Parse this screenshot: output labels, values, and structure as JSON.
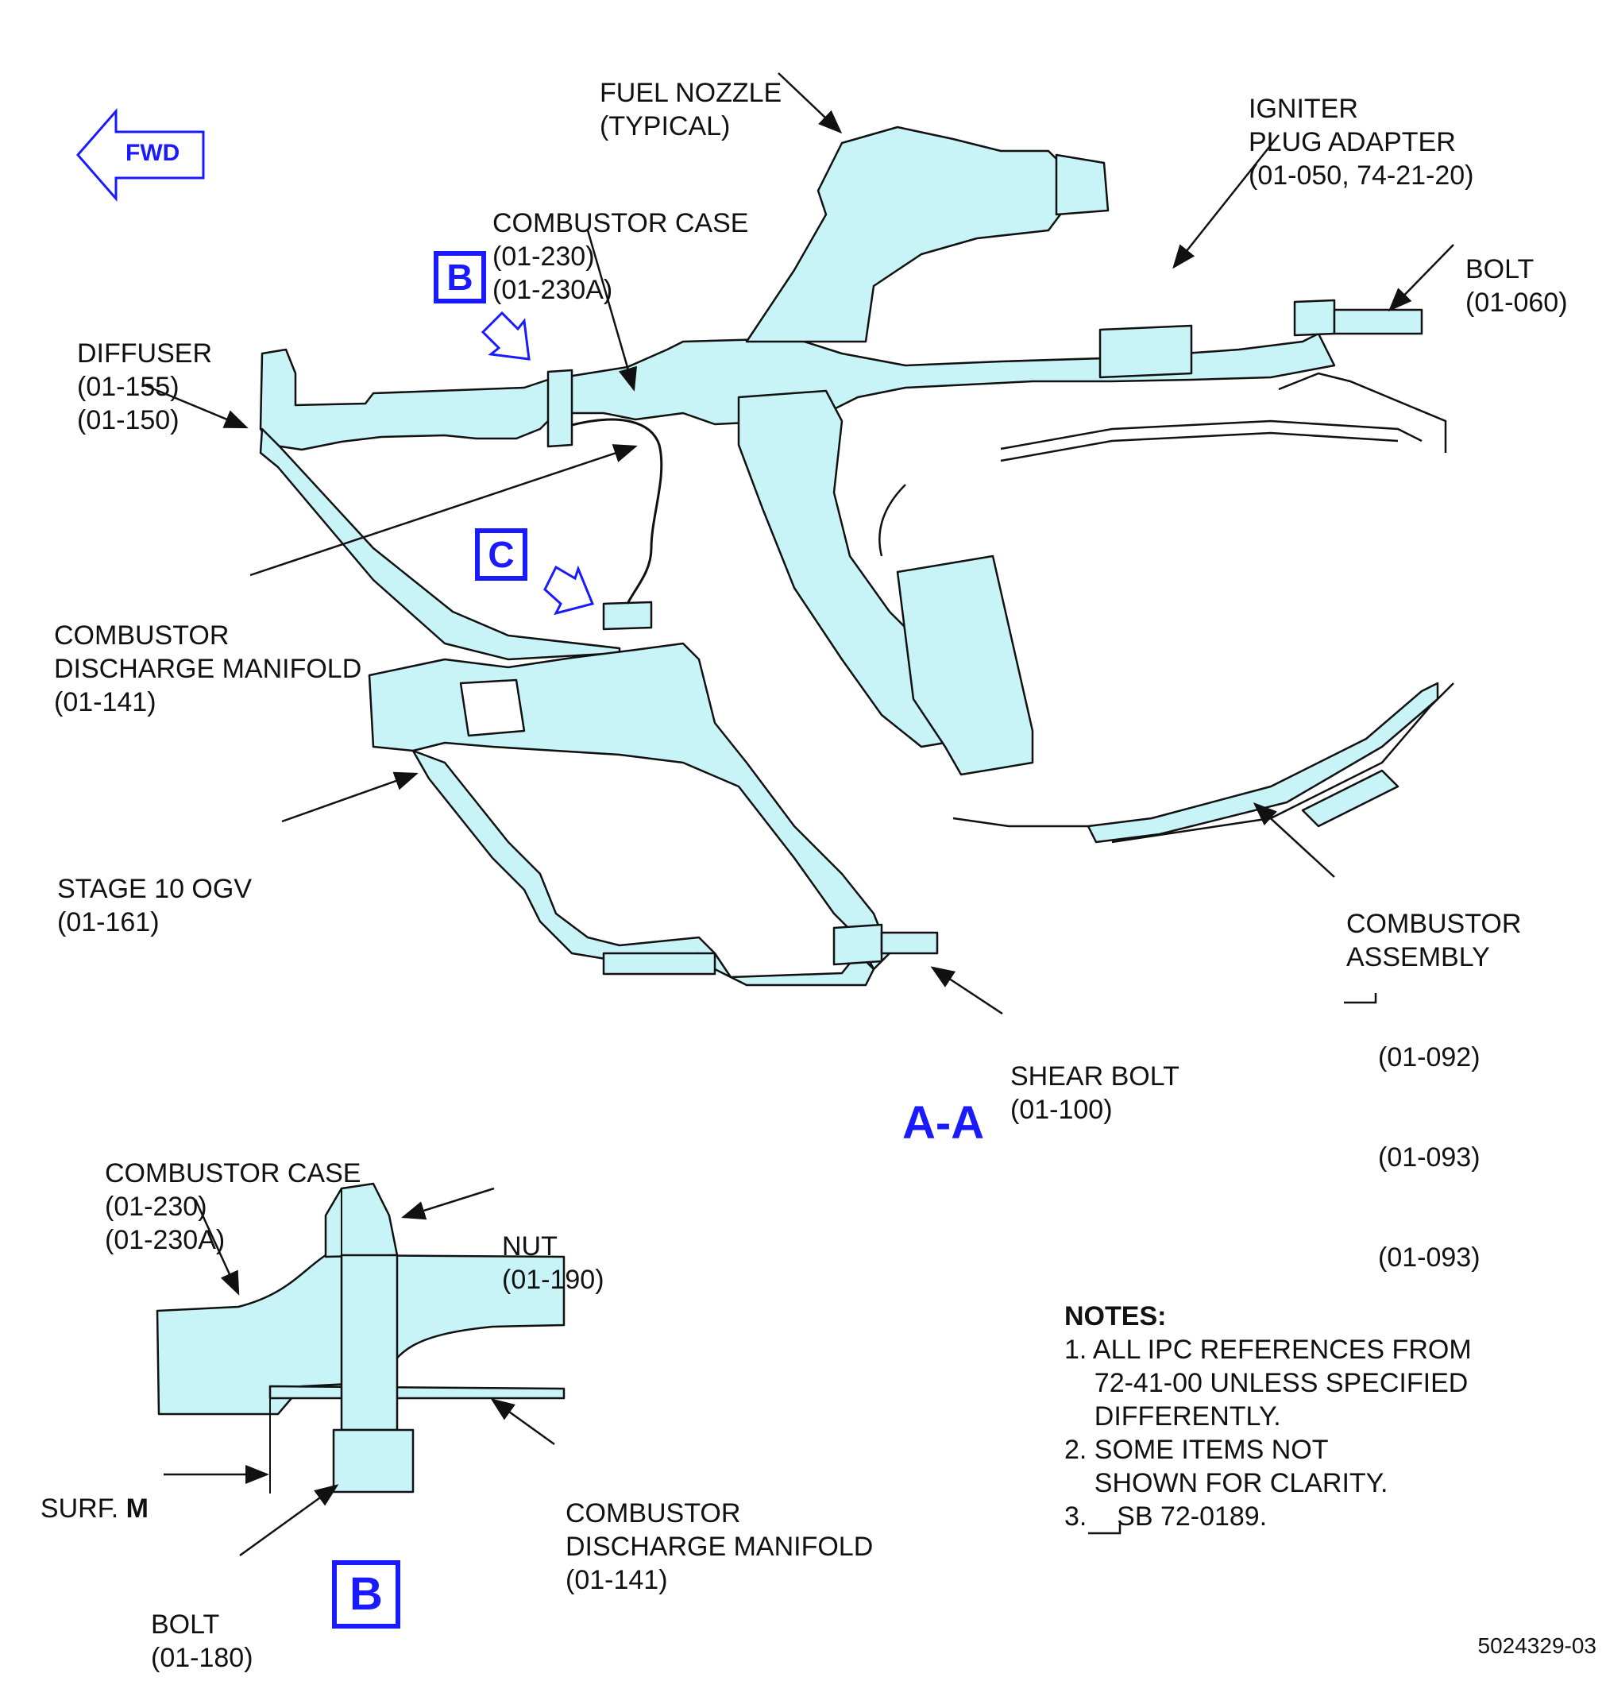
{
  "view_title": "A-A",
  "fwd_label": "FWD",
  "callout_letters": {
    "b_upper": "B",
    "c_upper": "C",
    "b_detail": "B"
  },
  "labels": {
    "fuel_nozzle": [
      "FUEL NOZZLE",
      "(TYPICAL)"
    ],
    "igniter": [
      "IGNITER",
      "PLUG ADAPTER",
      "(01-050, 74-21-20)"
    ],
    "combustor_case_top": [
      "COMBUSTOR CASE",
      "(01-230)",
      "(01-230A)"
    ],
    "bolt_top": [
      "BOLT",
      "(01-060)"
    ],
    "diffuser": [
      "DIFFUSER",
      "(01-155)",
      "(01-150)"
    ],
    "discharge_manifold_top": [
      "COMBUSTOR",
      "DISCHARGE MANIFOLD",
      "(01-141)"
    ],
    "stage10": [
      "STAGE 10 OGV",
      "(01-161)"
    ],
    "combustor_assembly": [
      "COMBUSTOR",
      "ASSEMBLY",
      "(01-092)",
      "(01-093)",
      "(01-093)"
    ],
    "shear_bolt": [
      "SHEAR BOLT",
      "(01-100)"
    ],
    "combustor_case_detail": [
      "COMBUSTOR CASE",
      "(01-230)",
      "(01-230A)"
    ],
    "nut": [
      "NUT",
      "(01-190)"
    ],
    "discharge_manifold_detail": [
      "COMBUSTOR",
      "DISCHARGE MANIFOLD",
      "(01-141)"
    ],
    "surf_prefix": "SURF. ",
    "surf_letter": "M",
    "bolt_detail": [
      "BOLT",
      "(01-180)"
    ]
  },
  "notes": {
    "title": "NOTES:",
    "items": [
      "1. ALL IPC REFERENCES FROM",
      "    72-41-00 UNLESS SPECIFIED",
      "    DIFFERENTLY.",
      "2. SOME ITEMS NOT",
      "    SHOWN FOR CLARITY.",
      "3.    SB 72-0189."
    ]
  },
  "figure_number": "5024329-03",
  "colors": {
    "part_fill": "#c8f4f8",
    "callout_blue": "#1a1aff",
    "line": "#111111"
  }
}
